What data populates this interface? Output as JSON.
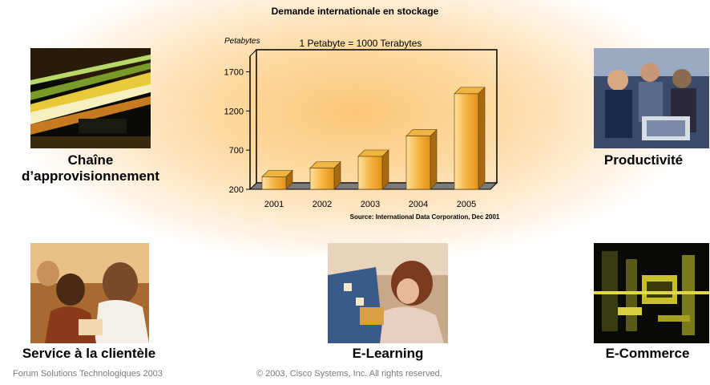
{
  "title": "Demande internationale en stockage",
  "panels": {
    "supply_chain": "Chaîne d’approvisionnement",
    "productivity": "Productivité",
    "customer_service": "Service à la clientèle",
    "elearning": "E-Learning",
    "ecommerce": "E-Commerce"
  },
  "footer": {
    "left": "Forum Solutions Technologiques 2003",
    "center": "© 2003, Cisco Systems, Inc. All rights reserved."
  },
  "chart_data": {
    "type": "bar",
    "categories": [
      "2001",
      "2002",
      "2003",
      "2004",
      "2005"
    ],
    "values": [
      360,
      470,
      620,
      880,
      1420
    ],
    "ylabel": "Petabytes",
    "annotation": "1 Petabyte = 1000 Terabytes",
    "source": "Source: International Data Corporation, Dec 2001",
    "yticks": [
      200,
      700,
      1200,
      1700
    ],
    "ylim": [
      200,
      1900
    ],
    "grid": false,
    "bar_color": "#f5a623"
  }
}
